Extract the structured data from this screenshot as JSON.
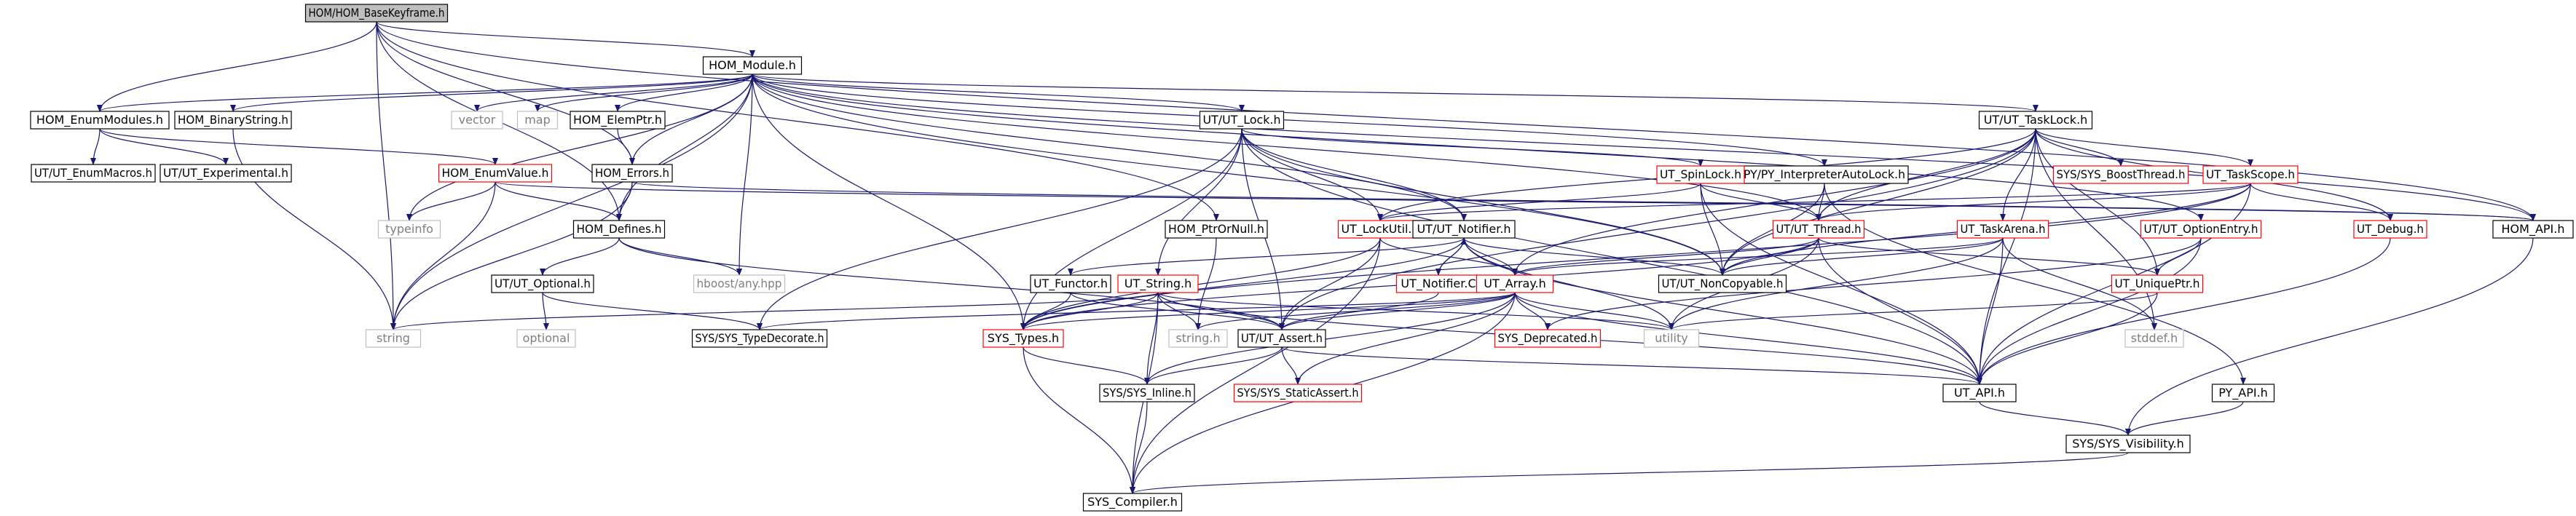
{
  "colors": {
    "edge": "#191970",
    "box_fill": "#ffffff",
    "box_fill_root": "#bfbfbf",
    "border_normal": "#000000",
    "border_truncated": "#ff0000",
    "border_system": "#bfbfbf",
    "text_normal": "#000000",
    "text_system": "#7f7f7f"
  },
  "nodes": [
    {
      "id": "hom_basekeyframe",
      "label": "HOM/HOM_BaseKeyframe.h",
      "kind": "root"
    },
    {
      "id": "hom_module",
      "label": "HOM_Module.h",
      "kind": "normal"
    },
    {
      "id": "hom_enummodules",
      "label": "HOM_EnumModules.h",
      "kind": "normal"
    },
    {
      "id": "hom_binarystring",
      "label": "HOM_BinaryString.h",
      "kind": "normal"
    },
    {
      "id": "vector",
      "label": "vector",
      "kind": "system"
    },
    {
      "id": "map",
      "label": "map",
      "kind": "system"
    },
    {
      "id": "hom_elemptr",
      "label": "HOM_ElemPtr.h",
      "kind": "normal"
    },
    {
      "id": "ut_lock",
      "label": "UT/UT_Lock.h",
      "kind": "normal"
    },
    {
      "id": "py_interpreterautolock",
      "label": "PY/PY_InterpreterAutoLock.h",
      "kind": "normal"
    },
    {
      "id": "ut_tasklock",
      "label": "UT/UT_TaskLock.h",
      "kind": "normal"
    },
    {
      "id": "ut_enummacros",
      "label": "UT/UT_EnumMacros.h",
      "kind": "normal"
    },
    {
      "id": "ut_experimental",
      "label": "UT/UT_Experimental.h",
      "kind": "normal"
    },
    {
      "id": "hom_enumvalue",
      "label": "HOM_EnumValue.h",
      "kind": "truncated"
    },
    {
      "id": "hom_errors",
      "label": "HOM_Errors.h",
      "kind": "normal"
    },
    {
      "id": "typeinfo",
      "label": "typeinfo",
      "kind": "system"
    },
    {
      "id": "hom_defines",
      "label": "HOM_Defines.h",
      "kind": "normal"
    },
    {
      "id": "hom_ptrornull",
      "label": "HOM_PtrOrNull.h",
      "kind": "normal"
    },
    {
      "id": "ut_spinlock",
      "label": "UT_SpinLock.h",
      "kind": "truncated"
    },
    {
      "id": "sys_boostthread",
      "label": "SYS/SYS_BoostThread.h",
      "kind": "truncated"
    },
    {
      "id": "ut_taskscope",
      "label": "UT_TaskScope.h",
      "kind": "truncated"
    },
    {
      "id": "hom_api",
      "label": "HOM_API.h",
      "kind": "normal"
    },
    {
      "id": "ut_lockutil",
      "label": "UT_LockUtil.h",
      "kind": "truncated"
    },
    {
      "id": "ut_notifier",
      "label": "UT/UT_Notifier.h",
      "kind": "normal"
    },
    {
      "id": "ut_thread",
      "label": "UT/UT_Thread.h",
      "kind": "truncated"
    },
    {
      "id": "ut_taskarena",
      "label": "UT_TaskArena.h",
      "kind": "truncated"
    },
    {
      "id": "ut_optionentry",
      "label": "UT/UT_OptionEntry.h",
      "kind": "truncated"
    },
    {
      "id": "ut_debug",
      "label": "UT_Debug.h",
      "kind": "truncated"
    },
    {
      "id": "hboost_any",
      "label": "hboost/any.hpp",
      "kind": "system"
    },
    {
      "id": "ut_optional",
      "label": "UT/UT_Optional.h",
      "kind": "normal"
    },
    {
      "id": "ut_functor",
      "label": "UT_Functor.h",
      "kind": "normal"
    },
    {
      "id": "ut_string",
      "label": "UT_String.h",
      "kind": "truncated"
    },
    {
      "id": "ut_notifier_c",
      "label": "UT_Notifier.C",
      "kind": "truncated"
    },
    {
      "id": "ut_array",
      "label": "UT_Array.h",
      "kind": "truncated"
    },
    {
      "id": "ut_noncopyable",
      "label": "UT/UT_NonCopyable.h",
      "kind": "normal"
    },
    {
      "id": "ut_uniqueptr",
      "label": "UT_UniquePtr.h",
      "kind": "truncated"
    },
    {
      "id": "string",
      "label": "string",
      "kind": "system"
    },
    {
      "id": "optional",
      "label": "optional",
      "kind": "system"
    },
    {
      "id": "sys_typedecorate",
      "label": "SYS/SYS_TypeDecorate.h",
      "kind": "normal"
    },
    {
      "id": "sys_types",
      "label": "SYS_Types.h",
      "kind": "truncated"
    },
    {
      "id": "string_h",
      "label": "string.h",
      "kind": "system"
    },
    {
      "id": "ut_assert",
      "label": "UT/UT_Assert.h",
      "kind": "normal"
    },
    {
      "id": "sys_deprecated",
      "label": "SYS_Deprecated.h",
      "kind": "truncated"
    },
    {
      "id": "utility",
      "label": "utility",
      "kind": "system"
    },
    {
      "id": "stddef",
      "label": "stddef.h",
      "kind": "system"
    },
    {
      "id": "sys_inline",
      "label": "SYS/SYS_Inline.h",
      "kind": "normal"
    },
    {
      "id": "sys_staticassert",
      "label": "SYS/SYS_StaticAssert.h",
      "kind": "truncated"
    },
    {
      "id": "ut_api",
      "label": "UT_API.h",
      "kind": "normal"
    },
    {
      "id": "py_api",
      "label": "PY_API.h",
      "kind": "normal"
    },
    {
      "id": "sys_visibility",
      "label": "SYS/SYS_Visibility.h",
      "kind": "normal"
    },
    {
      "id": "sys_compiler",
      "label": "SYS_Compiler.h",
      "kind": "normal"
    }
  ],
  "edges": [
    [
      "hom_basekeyframe",
      "hom_module"
    ],
    [
      "hom_basekeyframe",
      "hom_enummodules"
    ],
    [
      "hom_basekeyframe",
      "hom_errors"
    ],
    [
      "hom_basekeyframe",
      "hom_defines"
    ],
    [
      "hom_basekeyframe",
      "hom_ptrornull"
    ],
    [
      "hom_basekeyframe",
      "hom_api"
    ],
    [
      "hom_basekeyframe",
      "string"
    ],
    [
      "hom_module",
      "hom_enummodules"
    ],
    [
      "hom_module",
      "hom_binarystring"
    ],
    [
      "hom_module",
      "vector"
    ],
    [
      "hom_module",
      "map"
    ],
    [
      "hom_module",
      "hom_elemptr"
    ],
    [
      "hom_module",
      "ut_lock"
    ],
    [
      "hom_module",
      "py_interpreterautolock"
    ],
    [
      "hom_module",
      "ut_tasklock"
    ],
    [
      "hom_module",
      "hom_errors"
    ],
    [
      "hom_module",
      "hom_defines"
    ],
    [
      "hom_module",
      "typeinfo"
    ],
    [
      "hom_module",
      "hboost_any"
    ],
    [
      "hom_module",
      "string"
    ],
    [
      "hom_module",
      "sys_types"
    ],
    [
      "hom_module",
      "ut_notifier"
    ],
    [
      "hom_module",
      "ut_noncopyable"
    ],
    [
      "hom_module",
      "ut_thread"
    ],
    [
      "hom_module",
      "hom_api"
    ],
    [
      "hom_module",
      "ut_optionentry"
    ],
    [
      "hom_enummodules",
      "ut_enummacros"
    ],
    [
      "hom_enummodules",
      "ut_experimental"
    ],
    [
      "hom_enummodules",
      "hom_enumvalue"
    ],
    [
      "hom_binarystring",
      "string"
    ],
    [
      "hom_elemptr",
      "hom_errors"
    ],
    [
      "hom_enumvalue",
      "hom_defines"
    ],
    [
      "hom_enumvalue",
      "typeinfo"
    ],
    [
      "hom_enumvalue",
      "string"
    ],
    [
      "hom_enumvalue",
      "hom_api"
    ],
    [
      "hom_errors",
      "hom_defines"
    ],
    [
      "hom_errors",
      "string"
    ],
    [
      "hom_errors",
      "hom_api"
    ],
    [
      "hom_defines",
      "hboost_any"
    ],
    [
      "hom_defines",
      "ut_optional"
    ],
    [
      "hom_defines",
      "ut_assert"
    ],
    [
      "hom_ptrornull",
      "string_h"
    ],
    [
      "ut_optional",
      "optional"
    ],
    [
      "ut_optional",
      "sys_typedecorate"
    ],
    [
      "ut_lock",
      "ut_spinlock"
    ],
    [
      "ut_lock",
      "ut_lockutil"
    ],
    [
      "ut_lock",
      "ut_string"
    ],
    [
      "ut_lock",
      "sys_types"
    ],
    [
      "ut_lock",
      "ut_assert"
    ],
    [
      "ut_lock",
      "ut_noncopyable"
    ],
    [
      "ut_lock",
      "ut_api"
    ],
    [
      "ut_lock",
      "sys_typedecorate"
    ],
    [
      "ut_lock",
      "ut_notifier"
    ],
    [
      "ut_spinlock",
      "ut_lockutil"
    ],
    [
      "ut_spinlock",
      "ut_thread"
    ],
    [
      "ut_spinlock",
      "ut_noncopyable"
    ],
    [
      "ut_spinlock",
      "ut_api"
    ],
    [
      "py_interpreterautolock",
      "py_api"
    ],
    [
      "py_interpreterautolock",
      "ut_thread"
    ],
    [
      "py_interpreterautolock",
      "ut_noncopyable"
    ],
    [
      "ut_tasklock",
      "sys_boostthread"
    ],
    [
      "ut_tasklock",
      "ut_taskscope"
    ],
    [
      "ut_tasklock",
      "ut_taskarena"
    ],
    [
      "ut_tasklock",
      "ut_lockutil"
    ],
    [
      "ut_tasklock",
      "ut_array"
    ],
    [
      "ut_tasklock",
      "ut_noncopyable"
    ],
    [
      "ut_tasklock",
      "ut_debug"
    ],
    [
      "ut_tasklock",
      "ut_api"
    ],
    [
      "ut_tasklock",
      "ut_assert"
    ],
    [
      "ut_tasklock",
      "ut_thread"
    ],
    [
      "ut_tasklock",
      "stddef"
    ],
    [
      "ut_tasklock",
      "ut_uniqueptr"
    ],
    [
      "ut_taskscope",
      "ut_thread"
    ],
    [
      "ut_taskscope",
      "ut_debug"
    ],
    [
      "ut_taskscope",
      "ut_api"
    ],
    [
      "ut_taskscope",
      "ut_lockutil"
    ],
    [
      "ut_taskscope",
      "ut_noncopyable"
    ],
    [
      "ut_taskscope",
      "sys_types"
    ],
    [
      "ut_taskarena",
      "ut_array"
    ],
    [
      "ut_taskarena",
      "ut_noncopyable"
    ],
    [
      "ut_taskarena",
      "ut_api"
    ],
    [
      "ut_taskarena",
      "utility"
    ],
    [
      "ut_taskarena",
      "stddef"
    ],
    [
      "ut_optionentry",
      "ut_uniqueptr"
    ],
    [
      "ut_optionentry",
      "ut_api"
    ],
    [
      "ut_optionentry",
      "sys_deprecated"
    ],
    [
      "ut_debug",
      "ut_api"
    ],
    [
      "ut_lockutil",
      "ut_array"
    ],
    [
      "ut_lockutil",
      "sys_types"
    ],
    [
      "ut_lockutil",
      "ut_assert"
    ],
    [
      "ut_lockutil",
      "sys_compiler"
    ],
    [
      "ut_notifier",
      "ut_functor"
    ],
    [
      "ut_notifier",
      "ut_notifier_c"
    ],
    [
      "ut_notifier",
      "ut_array"
    ],
    [
      "ut_notifier",
      "ut_noncopyable"
    ],
    [
      "ut_notifier",
      "ut_api"
    ],
    [
      "ut_notifier",
      "utility"
    ],
    [
      "ut_notifier",
      "sys_types"
    ],
    [
      "ut_notifier_c",
      "ut_notifier"
    ],
    [
      "ut_notifier_c",
      "ut_assert"
    ],
    [
      "ut_thread",
      "ut_array"
    ],
    [
      "ut_thread",
      "ut_uniqueptr"
    ],
    [
      "ut_thread",
      "ut_api"
    ],
    [
      "ut_thread",
      "sys_types"
    ],
    [
      "ut_thread",
      "utility"
    ],
    [
      "ut_thread",
      "ut_noncopyable"
    ],
    [
      "ut_functor",
      "ut_assert"
    ],
    [
      "ut_functor",
      "sys_types"
    ],
    [
      "ut_string",
      "string"
    ],
    [
      "ut_string",
      "sys_types"
    ],
    [
      "ut_string",
      "string_h"
    ],
    [
      "ut_string",
      "ut_assert"
    ],
    [
      "ut_string",
      "sys_inline"
    ],
    [
      "ut_string",
      "sys_compiler"
    ],
    [
      "ut_string",
      "utility"
    ],
    [
      "ut_string",
      "ut_api"
    ],
    [
      "ut_array",
      "sys_types"
    ],
    [
      "ut_array",
      "ut_assert"
    ],
    [
      "ut_array",
      "sys_deprecated"
    ],
    [
      "ut_array",
      "utility"
    ],
    [
      "ut_array",
      "string_h"
    ],
    [
      "ut_array",
      "sys_typedecorate"
    ],
    [
      "ut_array",
      "sys_inline"
    ],
    [
      "ut_array",
      "sys_staticassert"
    ],
    [
      "ut_array",
      "ut_api"
    ],
    [
      "ut_array",
      "sys_compiler"
    ],
    [
      "ut_uniqueptr",
      "utility"
    ],
    [
      "ut_uniqueptr",
      "ut_api"
    ],
    [
      "hom_api",
      "sys_visibility"
    ],
    [
      "sys_types",
      "sys_inline"
    ],
    [
      "sys_types",
      "sys_compiler"
    ],
    [
      "ut_assert",
      "sys_inline"
    ],
    [
      "ut_assert",
      "sys_staticassert"
    ],
    [
      "ut_assert",
      "ut_api"
    ],
    [
      "sys_inline",
      "sys_compiler"
    ],
    [
      "ut_api",
      "sys_visibility"
    ],
    [
      "py_api",
      "sys_visibility"
    ],
    [
      "sys_visibility",
      "sys_compiler"
    ]
  ]
}
